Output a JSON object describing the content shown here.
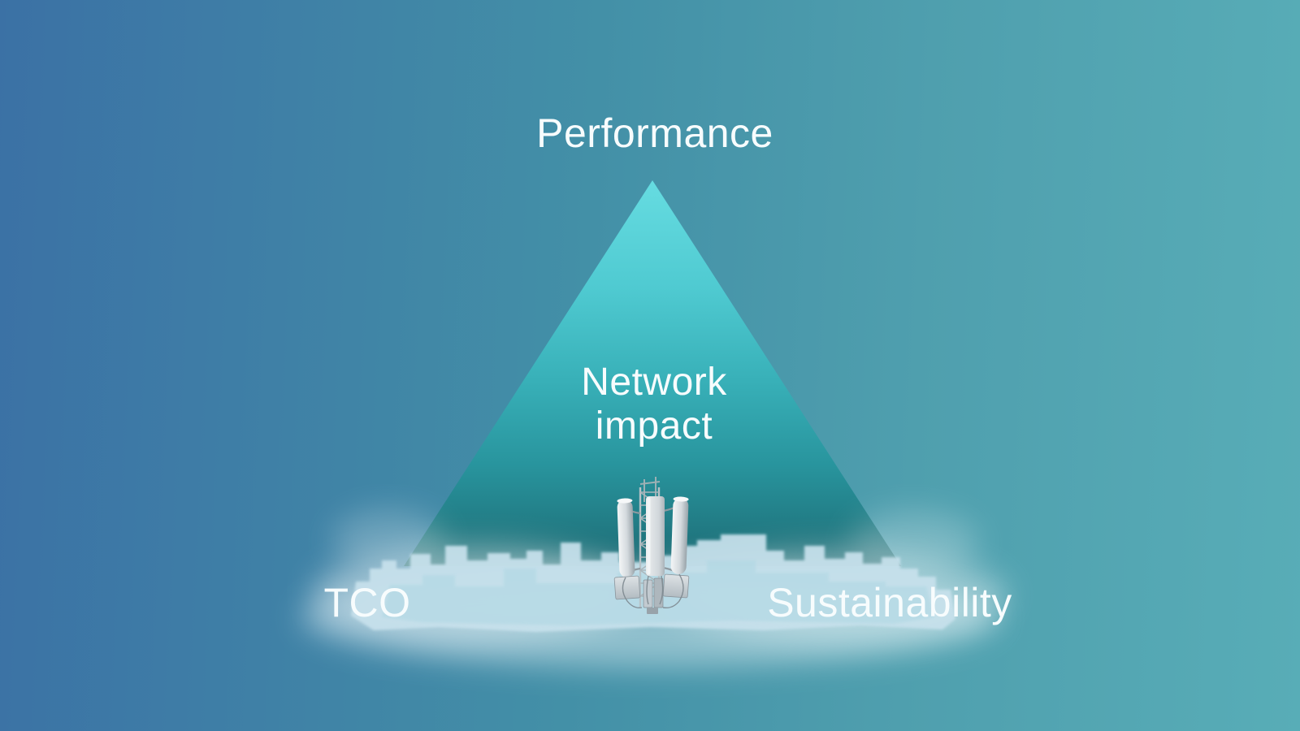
{
  "slide": {
    "title": "Network impact triangle diagram",
    "triangle_diagram": {
      "apex_label": "Performance",
      "center_label_line1": "Network",
      "center_label_line2": "impact",
      "bottom_left_label": "TCO",
      "bottom_right_label": "Sustainability"
    },
    "illustrations": {
      "tower": "cell-tower-icon",
      "skyline": "city-skyline-silhouette"
    },
    "colors": {
      "background_gradient_left": "#3b71a5",
      "background_gradient_right": "#58adb7",
      "triangle_gradient_top": "#66dce1",
      "triangle_gradient_bottom": "#1d6b74",
      "skyline_fill": "#c7e1ec",
      "label_text": "#f7fcfd"
    }
  }
}
